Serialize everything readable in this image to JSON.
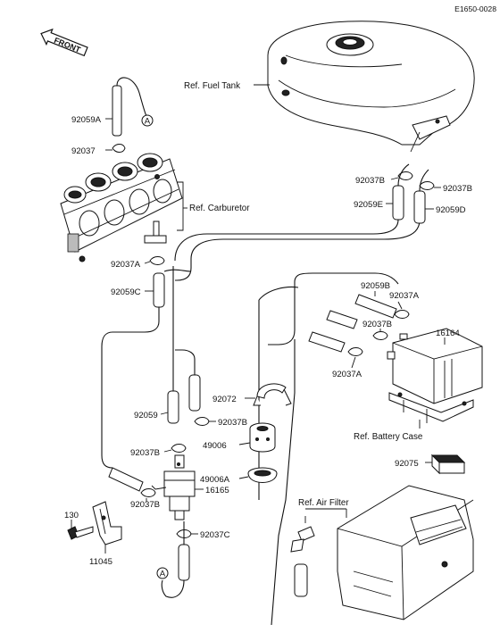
{
  "diagram_code": "E1650-0028",
  "front_label": "FRONT",
  "connector_mark": "A",
  "references": {
    "fuel_tank": "Ref. Fuel Tank",
    "carburetor": "Ref. Carburetor",
    "battery_case": "Ref. Battery Case",
    "air_filter": "Ref. Air Filter"
  },
  "parts": {
    "p92059A": "92059A",
    "p92037_top": "92037",
    "p92037B_tank_left": "92037B",
    "p92037B_tank_right": "92037B",
    "p92059E": "92059E",
    "p92059D": "92059D",
    "p92037A_carb": "92037A",
    "p92059C": "92059C",
    "p92059B": "92059B",
    "p92037A_upper": "92037A",
    "p92037B_mid": "92037B",
    "p16164": "16164",
    "p92037A_lower": "92037A",
    "p92072": "92072",
    "p92059": "92059",
    "p92037B_pump_top": "92037B",
    "p49006": "49006",
    "p92037B_pump_left": "92037B",
    "p49006A": "49006A",
    "p16165": "16165",
    "p92037B_pump_bottom": "92037B",
    "p92075": "92075",
    "p130": "130",
    "p92037C": "92037C",
    "p11045": "11045"
  }
}
